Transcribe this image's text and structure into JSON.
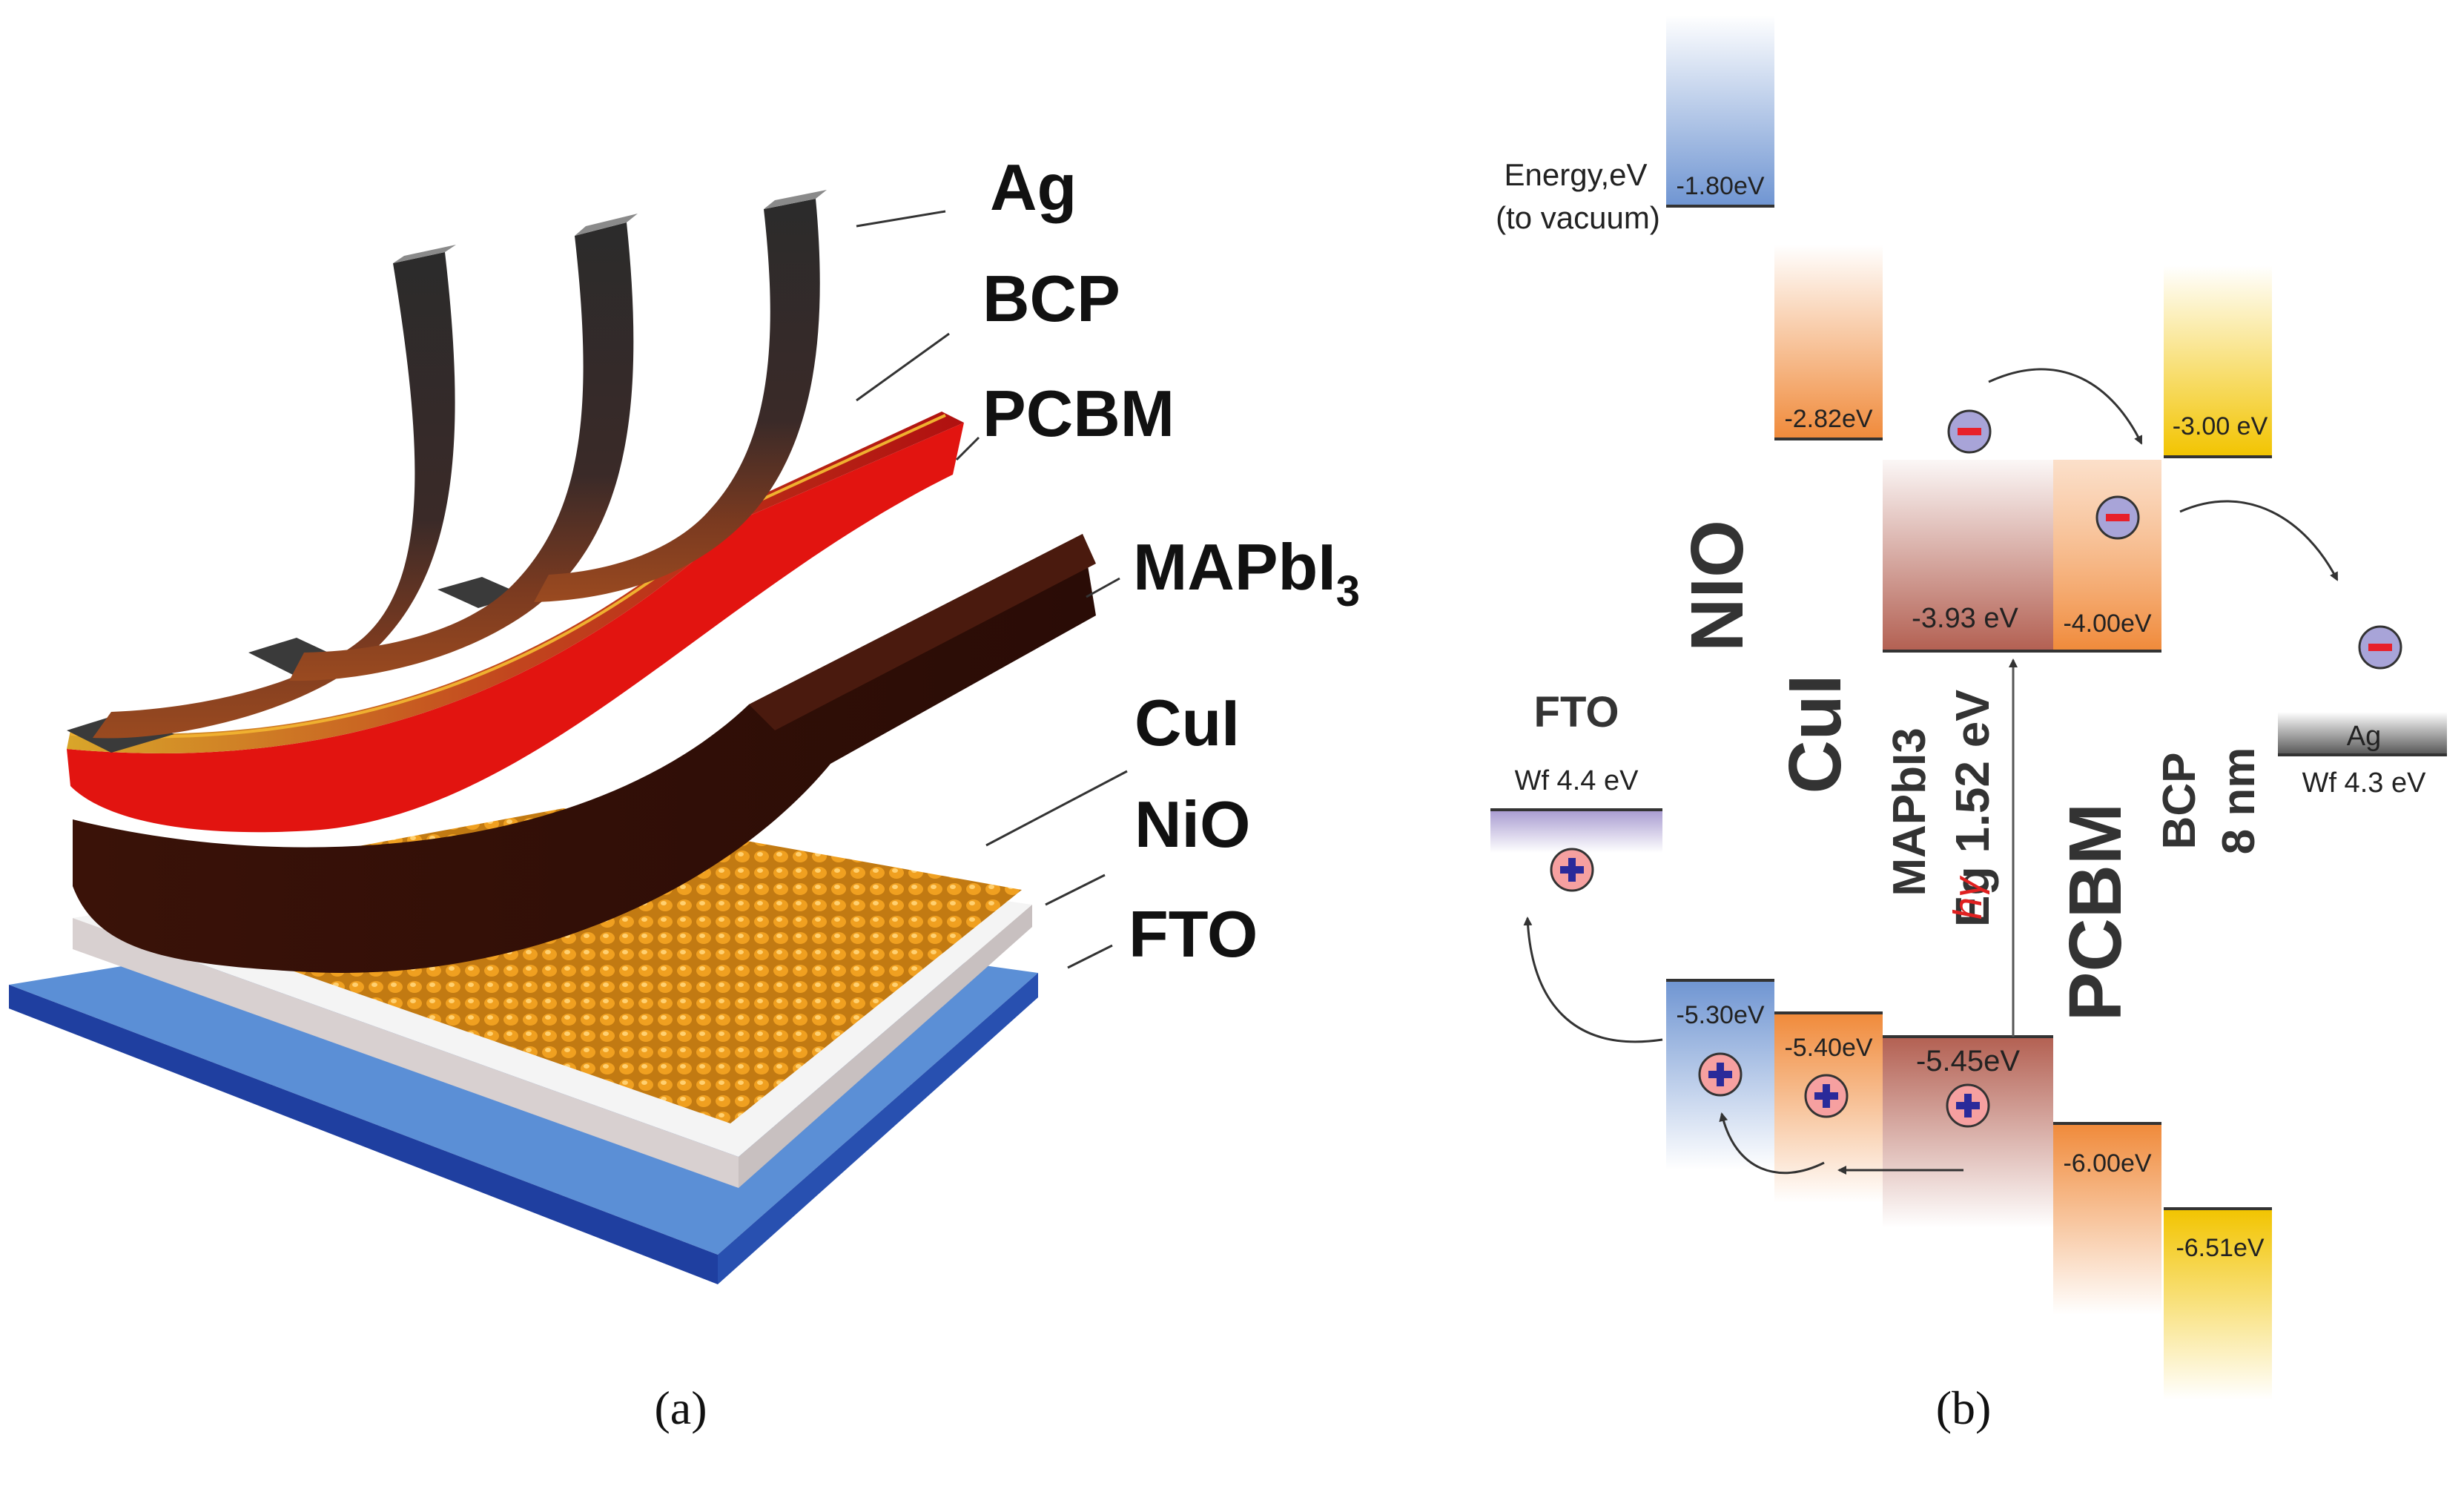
{
  "panel_a": {
    "caption": "(a)",
    "layers": [
      {
        "label": "Ag",
        "sub": ""
      },
      {
        "label": "BCP",
        "sub": ""
      },
      {
        "label": "PCBM",
        "sub": ""
      },
      {
        "label": "MAPbI",
        "sub": "3"
      },
      {
        "label": "CuI",
        "sub": ""
      },
      {
        "label": "NiO",
        "sub": ""
      },
      {
        "label": "FTO",
        "sub": ""
      }
    ]
  },
  "panel_b": {
    "caption": "(b)",
    "axis_label_line1": "Energy,eV",
    "axis_label_line2": "(to vacuum)",
    "levels": {
      "nio_cb": "-1.80eV",
      "cui_cb": "-2.82eV",
      "bcp_cb": "-3.00 eV",
      "mapbi3_cb": "-3.93 eV",
      "pcbm_cb": "-4.00eV",
      "nio_vb": "-5.30eV",
      "cui_vb": "-5.40eV",
      "mapbi3_vb": "-5.45eV",
      "pcbm_vb": "-6.00eV",
      "bcp_vb": "-6.51eV"
    },
    "materials": {
      "fto": "FTO",
      "fto_wf": "Wf 4.4 eV",
      "nio": "NIO",
      "cui": "CuI",
      "mapbi3": "MAPbI3",
      "mapbi3_eg": "Eg 1.52 eV",
      "photon": "hγ",
      "pcbm": "PCBM",
      "bcp": "BCP",
      "bcp_thickness": "8 nm",
      "ag": "Ag",
      "ag_wf": "Wf 4.3 eV"
    },
    "carriers": {
      "electron": "−",
      "hole": "+"
    }
  },
  "colors": {
    "blue_band": "#6f95d2",
    "orange_band": "#f08a3a",
    "yellow_band": "#f2c400",
    "perovskite_band": "#b36052",
    "electron_red": "#e8202a",
    "hole_blue": "#2a2a9a"
  }
}
